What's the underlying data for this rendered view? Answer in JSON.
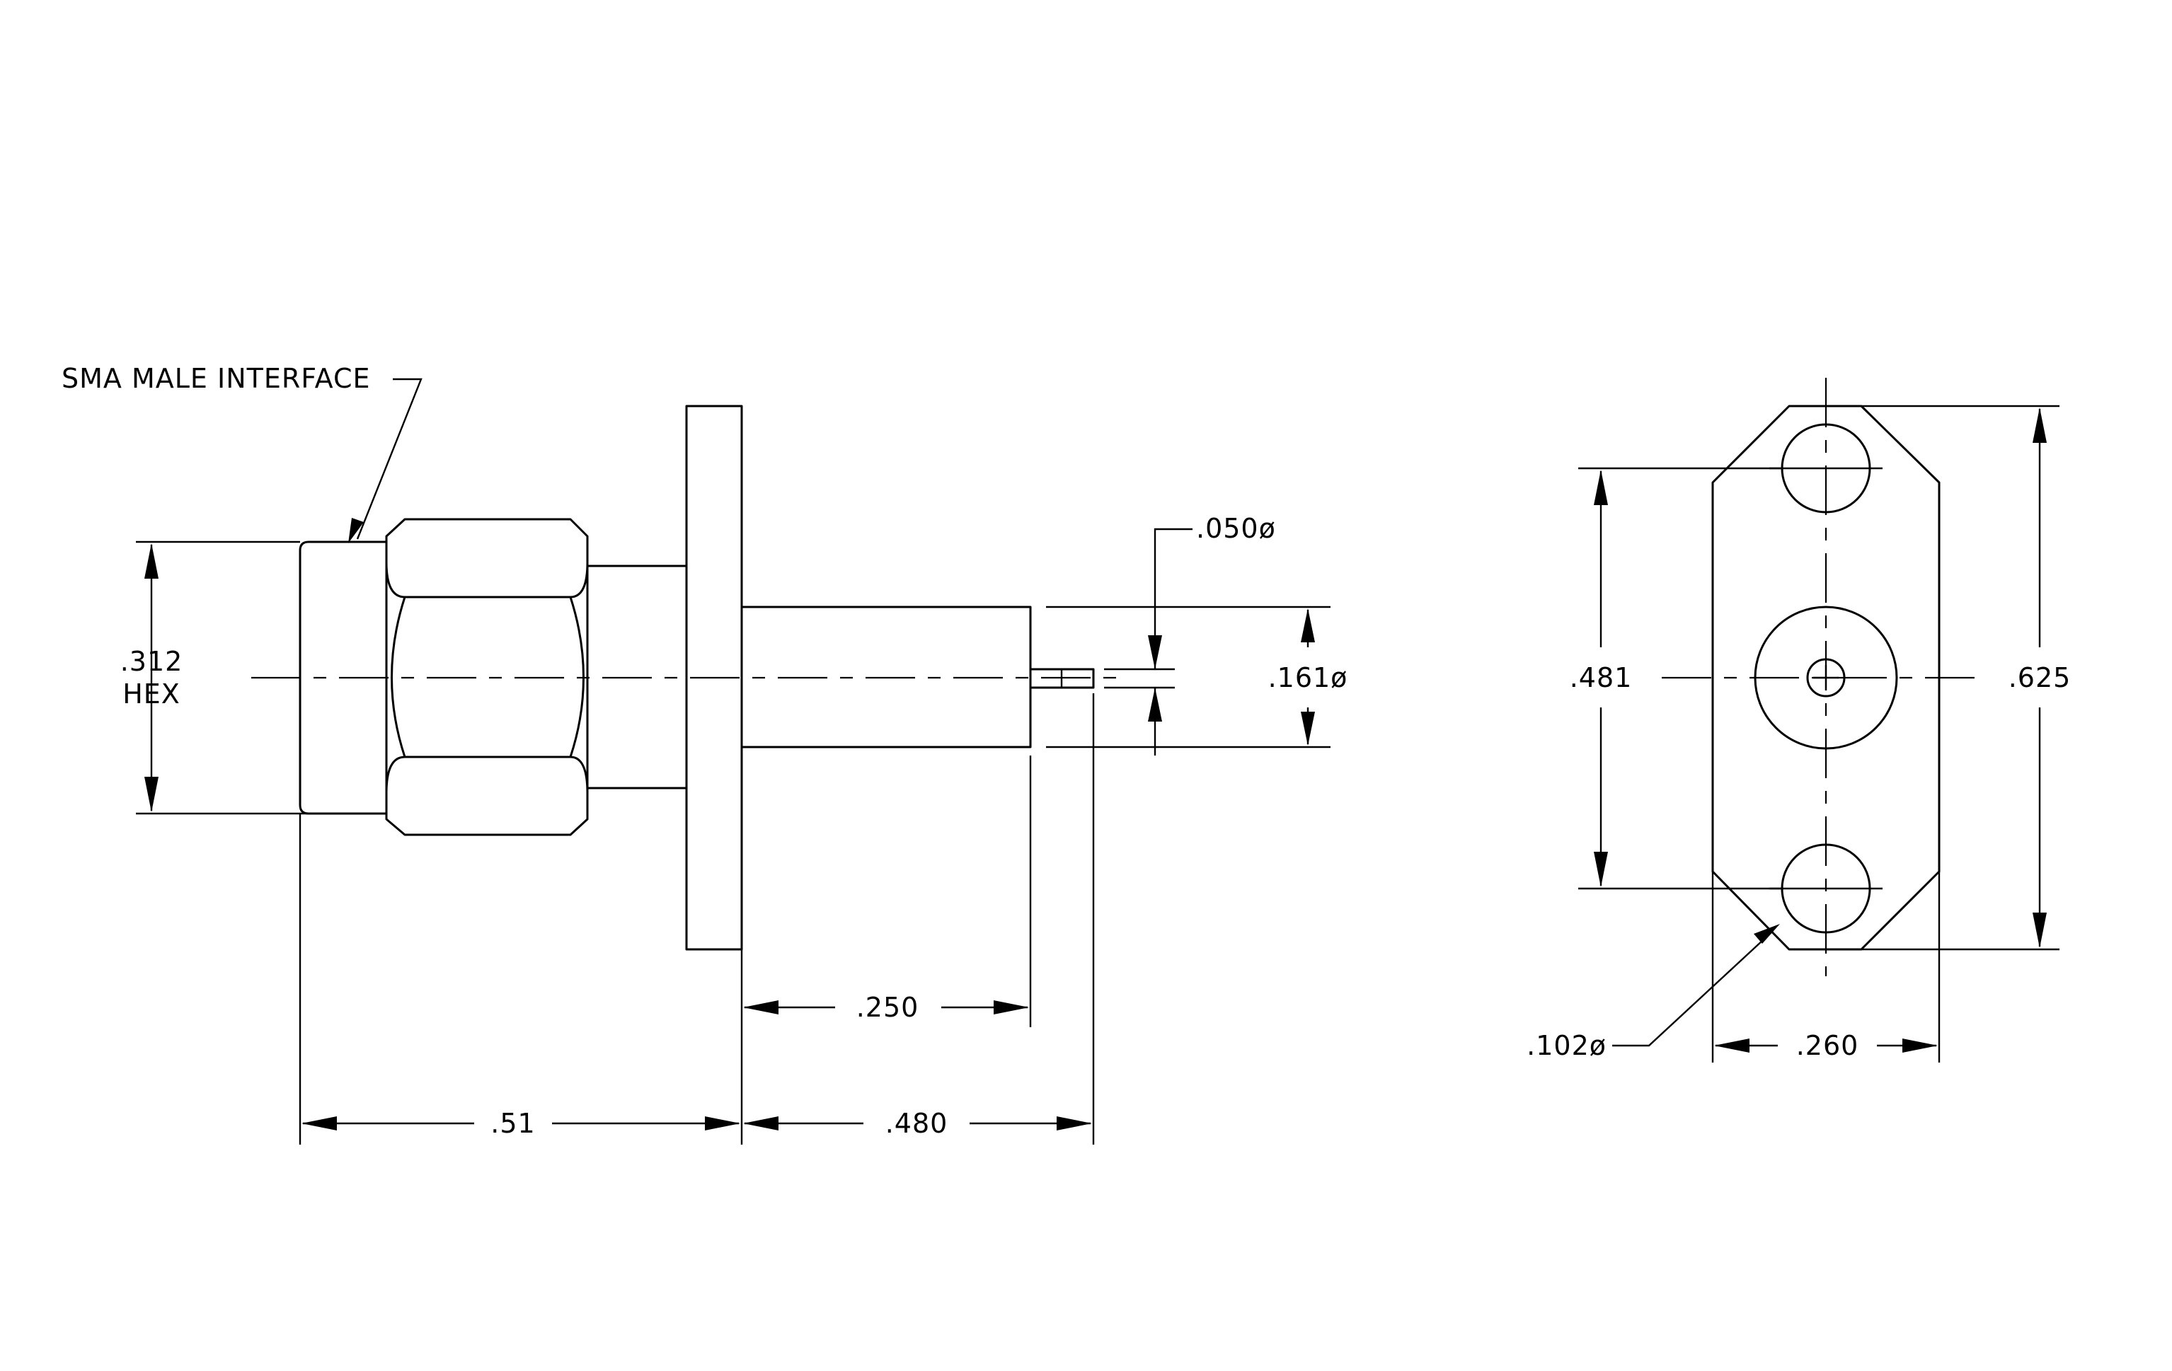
{
  "callouts": {
    "interface": "SMA MALE INTERFACE",
    "hex_size": ".312",
    "hex_word": "HEX",
    "pin_dia": ".050ø",
    "body_dia": ".161ø",
    "hole_dia": ".102ø"
  },
  "dimensions": {
    "overall_front": ".51",
    "rear_length": ".480",
    "barrel_length": ".250",
    "hole_spacing": ".481",
    "flange_height": ".625",
    "flange_width": ".260"
  }
}
